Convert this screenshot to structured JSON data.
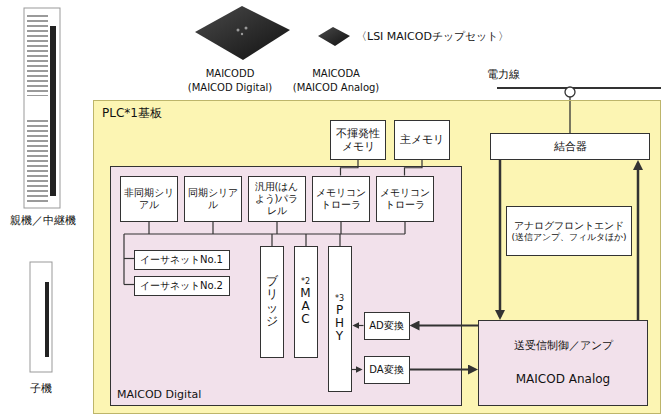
{
  "diagram": {
    "nodes": [
      {
        "text": [
          "PLC*1基板"
        ]
      },
      {
        "text": [
          "不揮発性メモリ"
        ],
        "in": 0
      },
      {
        "text": [
          "主メモリ"
        ],
        "in": 0
      },
      {
        "text": [
          "結合器"
        ],
        "in": 0
      },
      {
        "text": [
          "MAICOD Digital"
        ],
        "in": 0
      },
      {
        "text": [
          "非同期シリアル"
        ],
        "in": 4
      },
      {
        "text": [
          "同期シリアル"
        ],
        "in": 4
      },
      {
        "text": [
          "汎用(はんよう)パラレル"
        ],
        "in": 4
      },
      {
        "text": [
          "メモリコントローラ"
        ],
        "in": 4
      },
      {
        "text": [
          "メモリコントローラ"
        ],
        "in": 4
      },
      {
        "text": [
          "イーサネットNo.1"
        ],
        "in": 4
      },
      {
        "text": [
          "イーサネットNo.2"
        ],
        "in": 4
      },
      {
        "text": [
          "ブリッジ"
        ],
        "in": 4
      },
      {
        "text": [
          "*2",
          "MAC"
        ],
        "in": 4
      },
      {
        "text": [
          "*3",
          "PHY"
        ],
        "in": 4
      },
      {
        "text": [
          "AD変換"
        ],
        "in": 4
      },
      {
        "text": [
          "DA変換"
        ],
        "in": 4
      },
      {
        "text": [
          "アナログフロントエンド",
          "(送信アンプ、フィルタほか)"
        ],
        "in": 0
      },
      {
        "text": [
          "送受信制御／アンプ",
          "MAICOD Analog"
        ],
        "in": 0
      }
    ],
    "edges": [
      {
        "from": 1,
        "to": 8,
        "arrow": "none"
      },
      {
        "from": 2,
        "to": 9,
        "arrow": "none"
      },
      {
        "from": 3,
        "to": 18,
        "arrow": "to"
      },
      {
        "from": 18,
        "to": 3,
        "arrow": "to"
      },
      {
        "from": 18,
        "to": 15,
        "arrow": "to"
      },
      {
        "from": 16,
        "to": 18,
        "arrow": "to"
      },
      {
        "from": 15,
        "to": 14,
        "arrow": "to"
      },
      {
        "from": 14,
        "to": 16,
        "arrow": "to"
      }
    ],
    "labels": [
      "〈LSI MAICODチップセット〉",
      "MAICODD",
      "(MAICOD Digital)",
      "MAICODA",
      "(MAICOD Analog)",
      "電力線",
      "親機／中継機",
      "子機"
    ]
  }
}
